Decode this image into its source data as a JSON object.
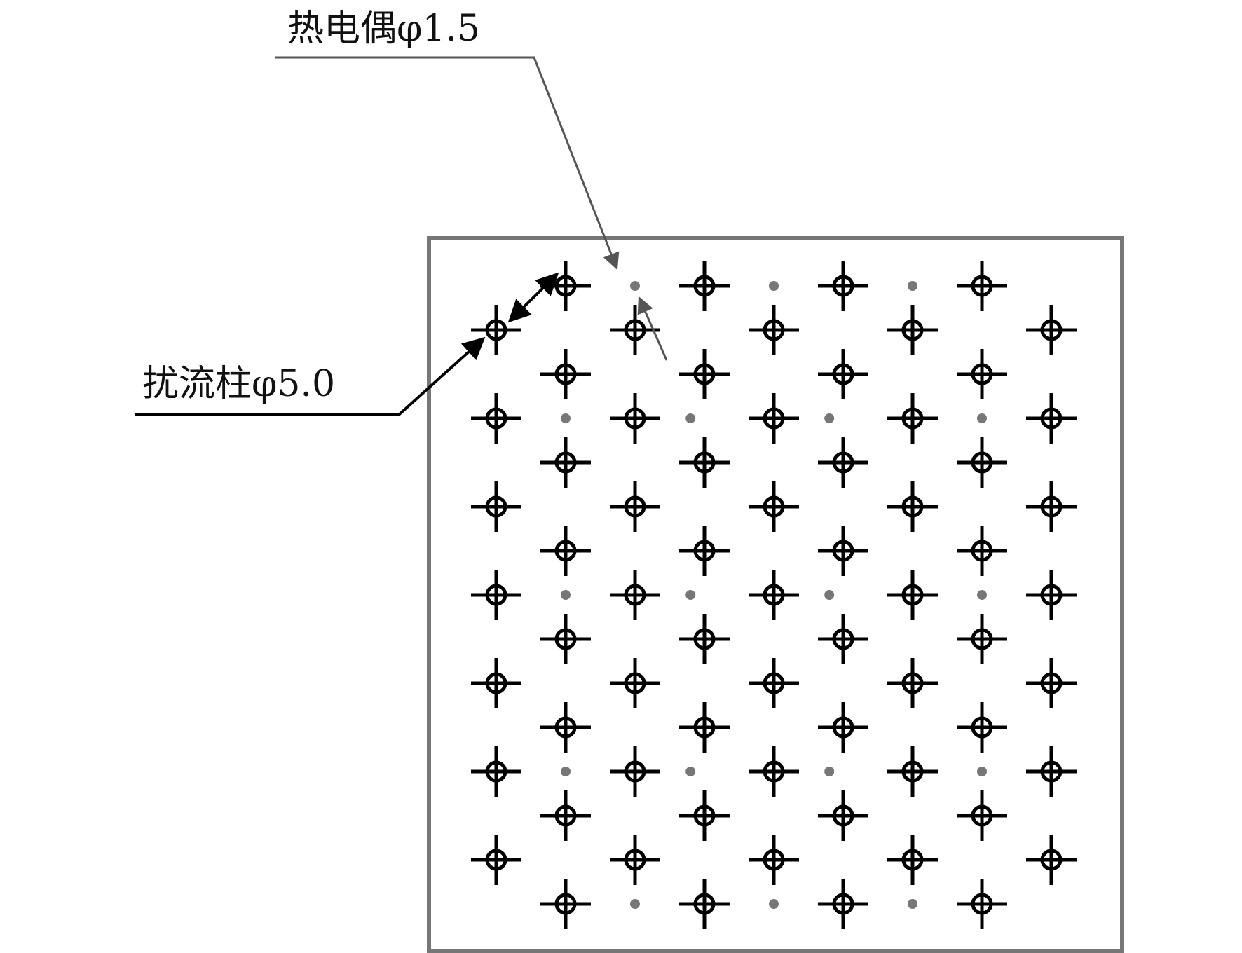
{
  "labels": {
    "thermocouple": "热电偶φ1.5",
    "pin_fin": "扰流柱φ5.0"
  },
  "grid": {
    "pin_rows": [
      {
        "row": 0,
        "cols": [
          1,
          3,
          5,
          7
        ]
      },
      {
        "row": 1,
        "cols": [
          0,
          2,
          4,
          6,
          8
        ]
      },
      {
        "row": 2,
        "cols": [
          1,
          3,
          5,
          7
        ]
      },
      {
        "row": 3,
        "cols": [
          0,
          2,
          4,
          6,
          8
        ]
      },
      {
        "row": 4,
        "cols": [
          1,
          3,
          5,
          7
        ]
      },
      {
        "row": 5,
        "cols": [
          0,
          2,
          4,
          6,
          8
        ]
      },
      {
        "row": 6,
        "cols": [
          1,
          3,
          5,
          7
        ]
      },
      {
        "row": 7,
        "cols": [
          0,
          2,
          4,
          6,
          8
        ]
      },
      {
        "row": 8,
        "cols": [
          1,
          3,
          5,
          7
        ]
      },
      {
        "row": 9,
        "cols": [
          0,
          2,
          4,
          6,
          8
        ]
      },
      {
        "row": 10,
        "cols": [
          1,
          3,
          5,
          7
        ]
      },
      {
        "row": 11,
        "cols": [
          0,
          2,
          4,
          6,
          8
        ]
      },
      {
        "row": 12,
        "cols": [
          1,
          3,
          5,
          7
        ]
      },
      {
        "row": 13,
        "cols": [
          0,
          2,
          4,
          6,
          8
        ]
      },
      {
        "row": 14,
        "cols": [
          1,
          3,
          5,
          7
        ]
      }
    ],
    "thermocouple_points": [
      {
        "row": 0,
        "col": 2
      },
      {
        "row": 0,
        "col": 4
      },
      {
        "row": 0,
        "col": 6
      },
      {
        "row": 3,
        "col": 1
      },
      {
        "row": 3,
        "col": 2.8
      },
      {
        "row": 3,
        "col": 4.8
      },
      {
        "row": 3,
        "col": 7
      },
      {
        "row": 7,
        "col": 1
      },
      {
        "row": 7,
        "col": 2.8
      },
      {
        "row": 7,
        "col": 4.8
      },
      {
        "row": 7,
        "col": 7
      },
      {
        "row": 11,
        "col": 1
      },
      {
        "row": 11,
        "col": 2.8
      },
      {
        "row": 11,
        "col": 4.8
      },
      {
        "row": 11,
        "col": 7
      },
      {
        "row": 14,
        "col": 2
      },
      {
        "row": 14,
        "col": 4
      },
      {
        "row": 14,
        "col": 6
      }
    ]
  },
  "colors": {
    "pin": "#000000",
    "thermocouple": "#777777",
    "border": "#777777",
    "leader_thermocouple": "#555555",
    "leader_pin": "#000000"
  }
}
